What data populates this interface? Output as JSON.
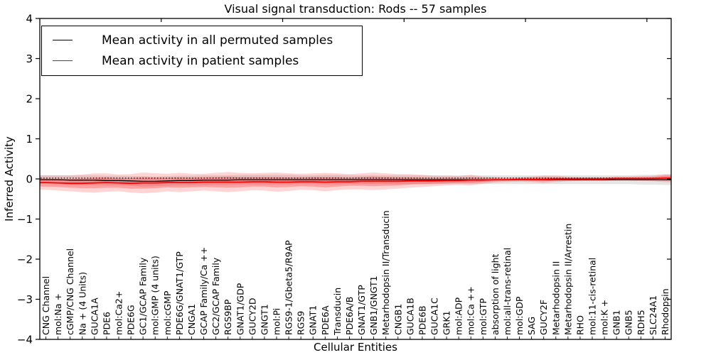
{
  "chart_data": {
    "type": "line",
    "title": "Visual signal transduction: Rods -- 57 samples",
    "xlabel": "Cellular Entities",
    "ylabel": "Inferred Activity",
    "ylim": [
      -4,
      4
    ],
    "xlim": [
      0,
      52
    ],
    "grid": false,
    "legend_position": "upper left",
    "y_ticks": [
      {
        "v": 4,
        "label": "4"
      },
      {
        "v": 3,
        "label": "3"
      },
      {
        "v": 2,
        "label": "2"
      },
      {
        "v": 1,
        "label": "1"
      },
      {
        "v": 0,
        "label": "0"
      },
      {
        "v": -1,
        "label": "−1"
      },
      {
        "v": -2,
        "label": "−2"
      },
      {
        "v": -3,
        "label": "−3"
      },
      {
        "v": -4,
        "label": "−4"
      }
    ],
    "x_major_tick_values": [
      10,
      20,
      30,
      40,
      50
    ],
    "categories": [
      "CNG Channel",
      "mol:Na +",
      "cGMP/CNG Channel",
      "Na + (4 Units)",
      "GUCA1A",
      "PDE6",
      "mol:Ca2+",
      "PDE6G",
      "GC1/GCAP Family",
      "mol:GMP (4 units)",
      "mol:cGMP",
      "PDE6G/GNAT1/GTP",
      "CNGA1",
      "GCAP Family/Ca ++",
      "GC2/GCAP Family",
      "RGS9BP",
      "GNAT1/GDP",
      "GUCY2D",
      "GNGT1",
      "mol:Pi",
      "RGS9-1/Gbeta5/R9AP",
      "RGS9",
      "GNAT1",
      "PDE6A",
      "Transducin",
      "PDE6A/B",
      "GNAT1/GTP",
      "GNB1/GNGT1",
      "Metarhodopsin II/Transducin",
      "CNGB1",
      "GUCA1B",
      "PDE6B",
      "GUCA1C",
      "GRK1",
      "mol:ADP",
      "mol:Ca ++",
      "mol:GTP",
      "absorption of light",
      "mol:all-trans-retinal",
      "mol:GDP",
      "SAG",
      "GUCY2F",
      "Metarhodopsin II",
      "Metarhodopsin II/Arrestin",
      "RHO",
      "mol:11-cis-retinal",
      "mol:K +",
      "GNB1",
      "GNB5",
      "RDH5",
      "SLC24A1",
      "Rhodopsin"
    ],
    "zero_line": {
      "value": 0.02,
      "color": "#000000",
      "style": "dotted"
    },
    "series": [
      {
        "name": "Mean activity in all permuted samples",
        "color": "#000000",
        "line_width": 1.3,
        "values": [
          -0.02,
          -0.02,
          -0.03,
          -0.03,
          -0.03,
          -0.04,
          -0.04,
          -0.05,
          -0.06,
          -0.06,
          -0.05,
          -0.04,
          -0.04,
          -0.03,
          -0.03,
          -0.03,
          -0.02,
          -0.02,
          -0.02,
          -0.02,
          -0.02,
          -0.02,
          -0.02,
          -0.02,
          -0.02,
          -0.02,
          -0.02,
          -0.02,
          -0.02,
          -0.02,
          -0.02,
          -0.02,
          -0.02,
          -0.02,
          -0.02,
          -0.02,
          -0.02,
          -0.02,
          -0.02,
          -0.02,
          -0.02,
          -0.02,
          -0.02,
          -0.02,
          -0.02,
          -0.02,
          -0.02,
          -0.02,
          -0.02,
          -0.02,
          -0.02,
          -0.02
        ],
        "band_halfwidth": [
          0.11,
          0.11,
          0.12,
          0.12,
          0.12,
          0.12,
          0.12,
          0.12,
          0.13,
          0.12,
          0.12,
          0.12,
          0.12,
          0.12,
          0.12,
          0.12,
          0.12,
          0.12,
          0.12,
          0.12,
          0.12,
          0.11,
          0.11,
          0.12,
          0.12,
          0.11,
          0.11,
          0.11,
          0.11,
          0.11,
          0.11,
          0.11,
          0.11,
          0.11,
          0.11,
          0.11,
          0.11,
          0.11,
          0.11,
          0.11,
          0.11,
          0.11,
          0.11,
          0.11,
          0.11,
          0.11,
          0.11,
          0.11,
          0.11,
          0.12,
          0.12,
          0.13
        ],
        "band_color": "rgba(0,0,0,0.10)"
      },
      {
        "name": "Mean activity in patient samples",
        "color": "#ff0000",
        "line_width": 1.8,
        "values": [
          -0.09,
          -0.1,
          -0.11,
          -0.11,
          -0.1,
          -0.09,
          -0.1,
          -0.11,
          -0.1,
          -0.1,
          -0.09,
          -0.09,
          -0.09,
          -0.08,
          -0.08,
          -0.08,
          -0.08,
          -0.07,
          -0.07,
          -0.08,
          -0.08,
          -0.07,
          -0.07,
          -0.08,
          -0.07,
          -0.07,
          -0.06,
          -0.06,
          -0.06,
          -0.06,
          -0.05,
          -0.05,
          -0.05,
          -0.04,
          -0.04,
          -0.03,
          -0.03,
          -0.02,
          -0.02,
          -0.01,
          -0.01,
          -0.01,
          0,
          0,
          0,
          0,
          0,
          0.01,
          0.01,
          0.01,
          0.01,
          0.02
        ],
        "band_outer_halfwidth": [
          0.18,
          0.19,
          0.2,
          0.22,
          0.24,
          0.23,
          0.21,
          0.23,
          0.26,
          0.24,
          0.22,
          0.24,
          0.22,
          0.21,
          0.23,
          0.25,
          0.23,
          0.21,
          0.22,
          0.24,
          0.22,
          0.2,
          0.21,
          0.23,
          0.21,
          0.19,
          0.2,
          0.22,
          0.2,
          0.18,
          0.17,
          0.15,
          0.13,
          0.12,
          0.11,
          0.13,
          0.09,
          0.07,
          0.06,
          0.06,
          0.07,
          0.09,
          0.08,
          0.06,
          0.05,
          0.05,
          0.05,
          0.05,
          0.05,
          0.06,
          0.07,
          0.1
        ],
        "band_inner_halfwidth": [
          0.1,
          0.1,
          0.11,
          0.12,
          0.13,
          0.13,
          0.12,
          0.13,
          0.14,
          0.13,
          0.12,
          0.13,
          0.12,
          0.12,
          0.13,
          0.14,
          0.13,
          0.12,
          0.12,
          0.13,
          0.12,
          0.11,
          0.12,
          0.13,
          0.12,
          0.1,
          0.11,
          0.12,
          0.11,
          0.1,
          0.09,
          0.08,
          0.07,
          0.07,
          0.06,
          0.07,
          0.05,
          0.04,
          0.03,
          0.03,
          0.04,
          0.05,
          0.04,
          0.03,
          0.03,
          0.03,
          0.03,
          0.03,
          0.03,
          0.03,
          0.04,
          0.06
        ],
        "band_outer_color": "rgba(255,0,0,0.17)",
        "band_inner_color": "rgba(255,0,0,0.25)"
      }
    ],
    "legend": {
      "entries": [
        {
          "label": "Mean activity in all permuted samples",
          "color": "#000000"
        },
        {
          "label": "Mean activity in patient samples",
          "color": "#ff0000"
        }
      ]
    }
  }
}
